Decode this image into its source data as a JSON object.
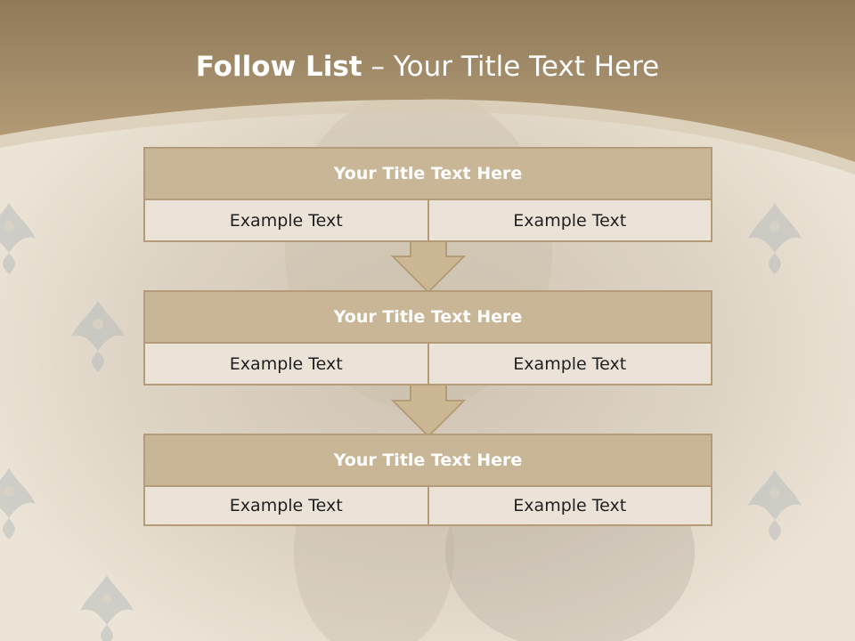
{
  "slide": {
    "title_bold": "Follow List",
    "title_rest": "– Your Title Text Here"
  },
  "steps": [
    {
      "title": "Your Title Text Here",
      "left_text": "Example Text",
      "right_text": "Example Text"
    },
    {
      "title": "Your Title Text Here",
      "left_text": "Example Text",
      "right_text": "Example Text"
    },
    {
      "title": "Your Title Text Here",
      "left_text": "Example Text",
      "right_text": "Example Text"
    }
  ],
  "colors": {
    "header_band": "#a8916c",
    "box_title_fill": "#c9b696",
    "box_border": "#b49c78",
    "cell_fill": "#ebe3d8",
    "arrow_fill": "#cbb793"
  }
}
